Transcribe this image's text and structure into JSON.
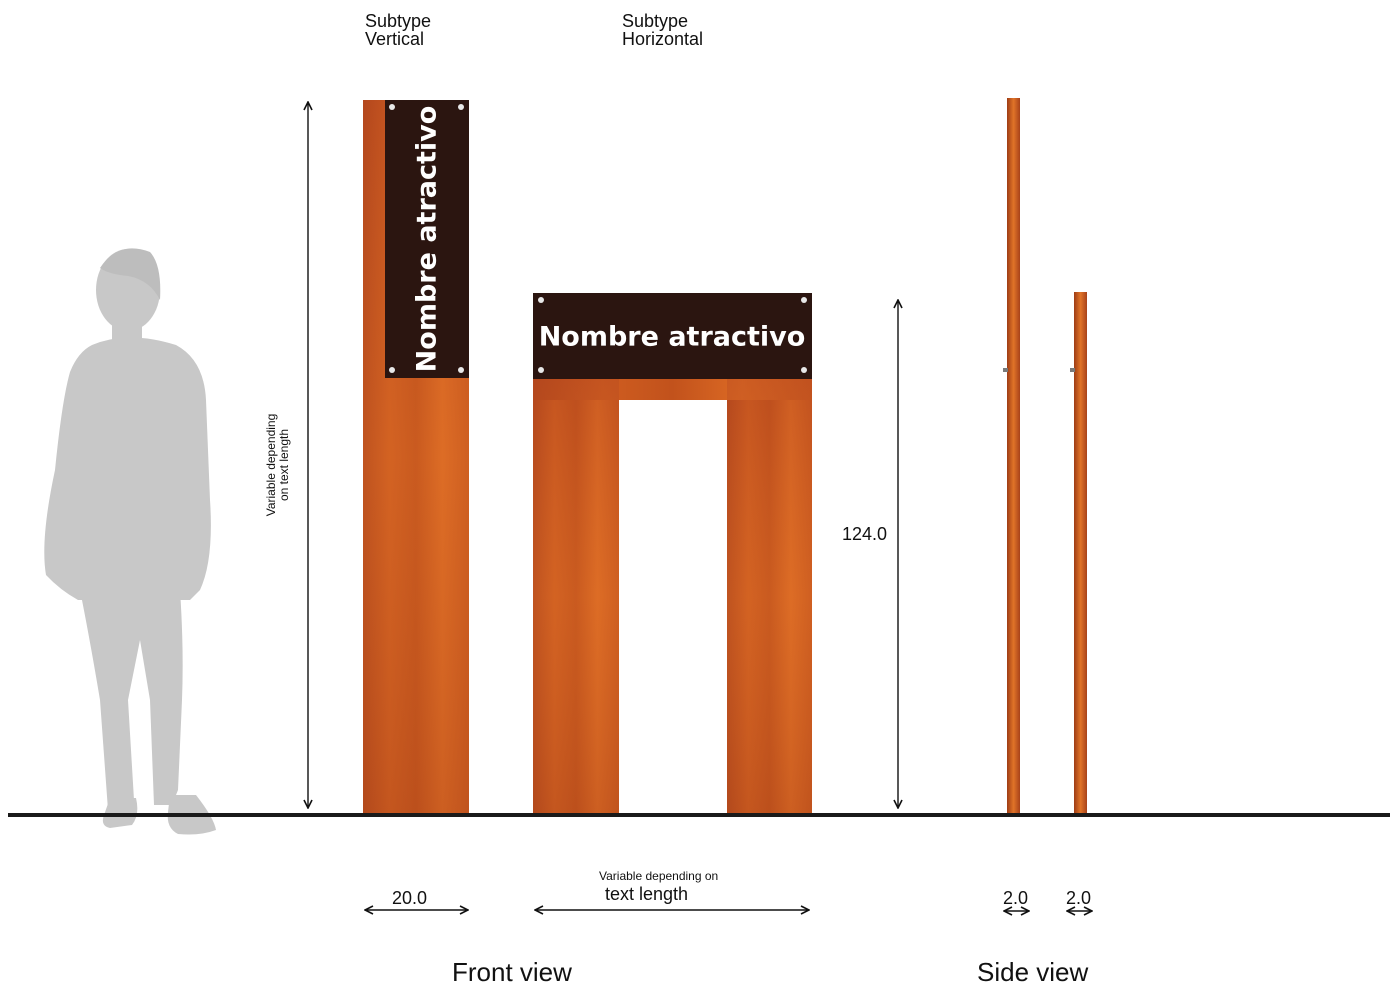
{
  "labels": {
    "subtype_vertical": [
      "Subtype",
      "Vertical"
    ],
    "subtype_horizontal": [
      "Subtype",
      "Horizontal"
    ],
    "height_variable_lines": [
      "Variable depending",
      "on text length"
    ],
    "height_fixed": "124.0",
    "width_vertical": "20.0",
    "width_horizontal_lines": [
      "Variable depending on",
      "text length"
    ],
    "thickness_1": "2.0",
    "thickness_2": "2.0",
    "front_view": "Front view",
    "side_view": "Side view"
  },
  "sign_text_vertical": "Nombre atractivo",
  "sign_text_horizontal": "Nombre atractivo",
  "colors": {
    "corten": "#c4561e",
    "corten_dark": "#a8401a",
    "corten_light": "#e07024",
    "sign_panel": "#2b1510",
    "silhouette": "#c8c8c8",
    "ground": "#1a1a1a"
  }
}
